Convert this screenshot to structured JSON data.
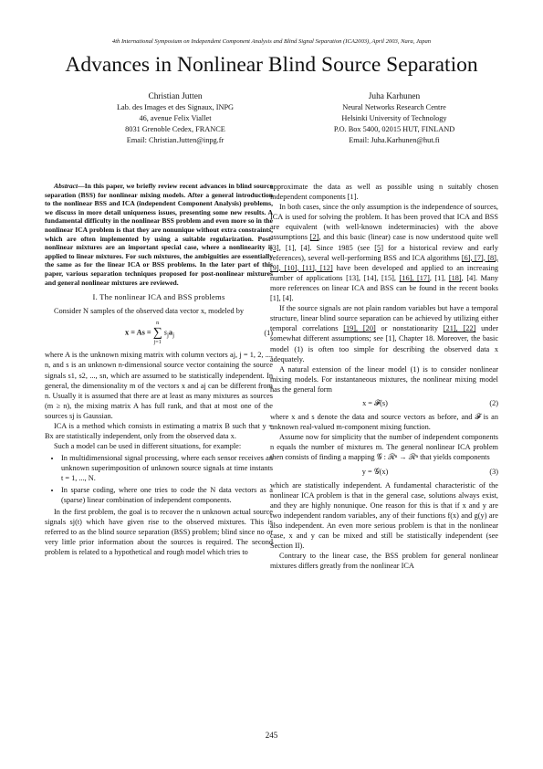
{
  "header": "4th International Symposium on Independent Component Analysis and Blind Signal Separation (ICA2003), April 2003, Nara, Japan",
  "title": "Advances in Nonlinear Blind Source Separation",
  "authors": [
    {
      "name": "Christian Jutten",
      "lines": [
        "Lab. des Images et des Signaux, INPG",
        "46, avenue Felix Viallet",
        "8031 Grenoble Cedex, FRANCE",
        "Email: Christian.Jutten@inpg.fr"
      ]
    },
    {
      "name": "Juha Karhunen",
      "lines": [
        "Neural Networks Research Centre",
        "Helsinki University of Technology",
        "P.O. Box 5400, 02015 HUT, FINLAND",
        "Email: Juha.Karhunen@hut.fi"
      ]
    }
  ],
  "abstract_lead": "Abstract",
  "abstract": "—In this paper, we briefly review recent advances in blind source separation (BSS) for nonlinear mixing models. After a general introduction to the nonlinear BSS and ICA (independent Component Analysis) problems, we discuss in more detail uniqueness issues, presenting some new results. A fundamental difficulty in the nonlinear BSS problem and even more so in the nonlinear ICA problem is that they are nonunique without extra constraints, which are often implemented by using a suitable regularization. Post-nonlinear mixtures are an important special case, where a nonlinearity is applied to linear mixtures. For such mixtures, the ambiguities are essentially the same as for the linear ICA or BSS problems. In the later part of this paper, various separation techniques proposed for post-nonlinear mixtures and general nonlinear mixtures are reviewed.",
  "section1": "I. The nonlinear ICA and BSS problems",
  "left": {
    "p1": "Consider N samples of the observed data vector x, modeled by",
    "eq1_lhs": "x = As = ",
    "eq1_sum_top": "n",
    "eq1_sum_bot": "j=1",
    "eq1_term": "s",
    "eq1_sub1": "j",
    "eq1_term2": "a",
    "eq1_sub2": "j",
    "eq1_num": "(1)",
    "p2": "where A is the unknown mixing matrix with column vectors aj, j = 1, 2, ..., n, and s is an unknown n-dimensional source vector containing the source signals s1, s2, ..., sn, which are assumed to be statistically independent. In general, the dimensionality m of the vectors x and aj can be different from n. Usually it is assumed that there are at least as many mixtures as sources (m ≥ n), the mixing matrix A has full rank, and that at most one of the sources sj is Gaussian.",
    "p3": "ICA is a method which consists in estimating a matrix B such that y = Bx are statistically independent, only from the observed data x.",
    "p4": "Such a model can be used in different situations, for example:",
    "bullets": [
      "In multidimensional signal processing, where each sensor receives an unknown superimposition of unknown source signals at time instants t = 1, ..., N.",
      "In sparse coding, where one tries to code the N data vectors as a (sparse) linear combination of independent components."
    ],
    "p5": "In the first problem, the goal is to recover the n unknown actual source signals sj(t) which have given rise to the observed mixtures. This is referred to as the blind source separation (BSS) problem; blind since no or very little prior information about the sources is required. The second problem is related to a hypothetical and rough model which tries to"
  },
  "right": {
    "p1": "approximate the data as well as possible using n suitably chosen independent components [1].",
    "p2a": "In both cases, since the only assumption is the independence of sources, ICA is used for solving the problem. It has been proved that ICA and BSS are equivalent (with well-known indeterminacies) with the above assumptions ",
    "ref2": "[2]",
    "p2b": ", and this basic (linear) case is now understood quite well ",
    "ref3": "[3]",
    "p2c": ", [1], [4]. Since 1985 (see ",
    "ref5": "[5]",
    "p2d": " for a historical review and early references), several well-performing BSS and ICA algorithms ",
    "refs_a": "[6], [7], [8], [9], [10], [11], [12]",
    "p2e": " have been developed and applied to an increasing number of applications [13], [14], [15], ",
    "refs_b": "[16], [17]",
    "p2f": ", [1], ",
    "ref18": "[18]",
    "p2g": ", [4]. Many more references on linear ICA and BSS can be found in the recent books [1], [4].",
    "p3a": "If the source signals are not plain random variables but have a temporal structure, linear blind source separation can be achieved by utilizing either temporal correlations ",
    "refs_c": "[19], [20]",
    "p3b": " or nonstationarity ",
    "refs_d": "[21], [22]",
    "p3c": " under somewhat different assumptions; see [1], Chapter 18. Moreover, the basic model (1) is often too simple for describing the observed data x adequately.",
    "p4": "A natural extension of the linear model (1) is to consider nonlinear mixing models. For instantaneous mixtures, the nonlinear mixing model has the general form",
    "eq2": "x = 𝓕(s)",
    "eq2_num": "(2)",
    "p5": "where x and s denote the data and source vectors as before, and 𝓕 is an unknown real-valued m-component mixing function.",
    "p6": "Assume now for simplicity that the number of independent components n equals the number of mixtures m. The general nonlinear ICA problem then consists of finding a mapping 𝒢 : ℛⁿ → ℛⁿ that yields components",
    "eq3": "y = 𝒢(x)",
    "eq3_num": "(3)",
    "p7": "which are statistically independent. A fundamental characteristic of the nonlinear ICA problem is that in the general case, solutions always exist, and they are highly nonunique. One reason for this is that if x and y are two independent random variables, any of their functions f(x) and g(y) are also independent. An even more serious problem is that in the nonlinear case, x and y can be mixed and still be statistically independent (see Section II).",
    "p8": "Contrary to the linear case, the BSS problem for general nonlinear mixtures differs greatly from the nonlinear ICA"
  },
  "page_number": "245"
}
